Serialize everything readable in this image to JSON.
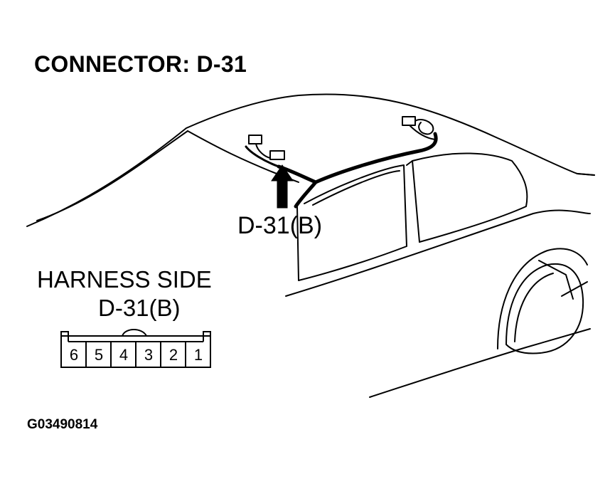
{
  "title": "CONNECTOR: D-31",
  "callout_label": "D-31(B)",
  "harness": {
    "title": "HARNESS SIDE",
    "connector_id": "D-31(B)",
    "pins": [
      "6",
      "5",
      "4",
      "3",
      "2",
      "1"
    ]
  },
  "figure_id": "G03490814",
  "colors": {
    "line": "#000000",
    "background": "#ffffff"
  }
}
